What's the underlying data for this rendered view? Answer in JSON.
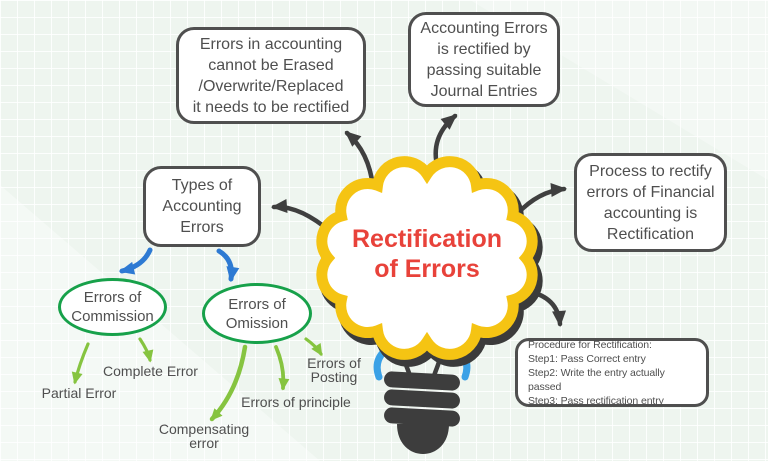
{
  "diagram_title": "Rectification of Errors",
  "center": {
    "title_lines": [
      "Rectification",
      "of Errors"
    ],
    "shape": "brain-cloud-with-lightbulb-base"
  },
  "nodes": {
    "erase": {
      "lines": [
        "Errors in accounting",
        "cannot be Erased",
        "/Overwrite/Replaced",
        "it needs to be rectified"
      ]
    },
    "journal": {
      "lines": [
        "Accounting Errors",
        "is rectified by",
        "passing suitable",
        "Journal Entries"
      ]
    },
    "process": {
      "lines": [
        "Process to rectify",
        "errors of Financial",
        "accounting is",
        "Rectification"
      ]
    },
    "types": {
      "lines": [
        "Types of",
        "Accounting",
        "Errors"
      ]
    },
    "procedure": {
      "lines": [
        "Procedure for Rectification:",
        "Step1: Pass Correct entry",
        "Step2: Write the entry actually passed",
        "Step3: Pass rectification entry"
      ]
    },
    "commission": {
      "lines": [
        "Errors of",
        "Commission"
      ]
    },
    "omission": {
      "lines": [
        "Errors of",
        "Omission"
      ]
    },
    "partial": {
      "lines": [
        "Partial Error"
      ]
    },
    "complete": {
      "lines": [
        "Complete Error"
      ]
    },
    "compensating": {
      "lines": [
        "Compensating",
        "error"
      ]
    },
    "principle": {
      "lines": [
        "Errors of principle"
      ]
    },
    "posting": {
      "lines": [
        "Errors of",
        "Posting"
      ]
    }
  },
  "connections": [
    {
      "from": "brain",
      "to": "erase",
      "color": "dark"
    },
    {
      "from": "brain",
      "to": "journal",
      "color": "dark"
    },
    {
      "from": "brain",
      "to": "types",
      "color": "dark"
    },
    {
      "from": "brain",
      "to": "process",
      "color": "dark"
    },
    {
      "from": "brain",
      "to": "procedure",
      "color": "dark"
    },
    {
      "from": "types",
      "to": "commission",
      "color": "blue"
    },
    {
      "from": "types",
      "to": "omission",
      "color": "blue"
    },
    {
      "from": "commission",
      "to": "partial",
      "color": "green"
    },
    {
      "from": "commission",
      "to": "complete",
      "color": "green"
    },
    {
      "from": "omission",
      "to": "compensating",
      "color": "green"
    },
    {
      "from": "omission",
      "to": "principle",
      "color": "green"
    },
    {
      "from": "omission",
      "to": "posting",
      "color": "green"
    }
  ],
  "colors": {
    "cloud_yellow": "#f5c413",
    "outline_dark": "#3b3b3b",
    "title_red": "#e8423a",
    "ellipse_green": "#17a14a",
    "arrow_blue": "#2e7ad3",
    "arrow_green": "#86c440",
    "arrow_dark": "#3f3f3f",
    "text_gray": "#4f4f4f",
    "bulb_dark": "#3d3d3d",
    "spark_blue": "#3aa1e6",
    "background": "#eef5ef"
  }
}
